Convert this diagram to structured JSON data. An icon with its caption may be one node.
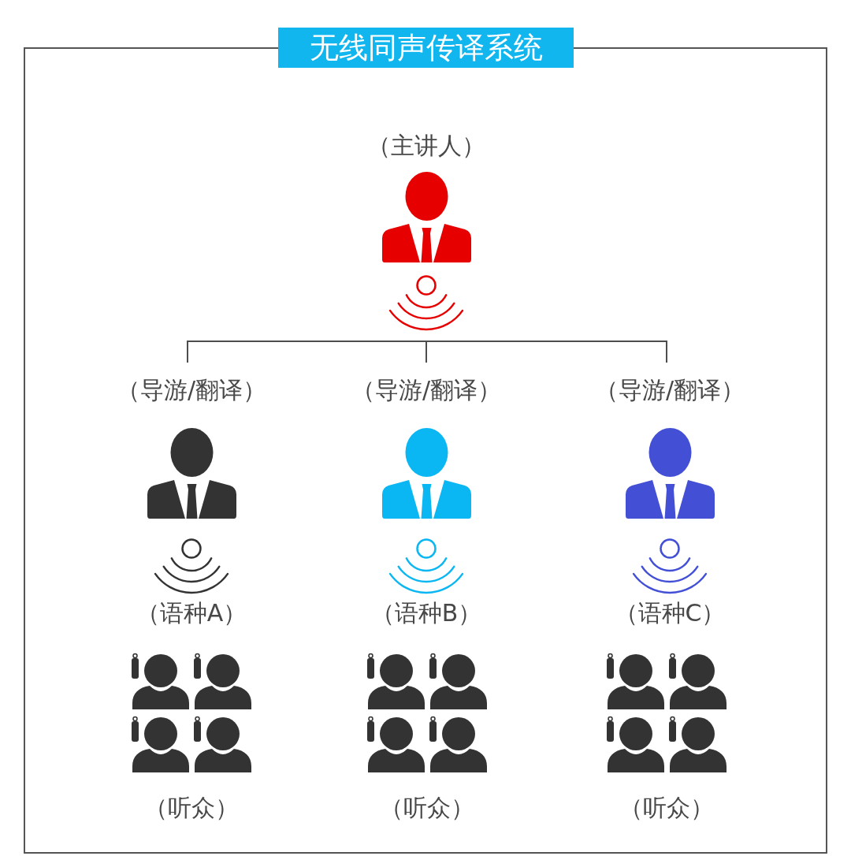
{
  "diagram": {
    "nodes": [
      {
        "text": [
          "无线同声传译系统"
        ]
      },
      {
        "text": [
          "（主讲人）"
        ],
        "in": 0
      },
      {
        "text": [
          "（导游/翻译）",
          "（语种A）"
        ],
        "in": 0
      },
      {
        "text": [
          "（导游/翻译）",
          "（语种B）"
        ],
        "in": 0
      },
      {
        "text": [
          "（导游/翻译）",
          "（语种C）"
        ],
        "in": 0
      },
      {
        "text": [
          "（听众）"
        ],
        "in": 0
      },
      {
        "text": [
          "（听众）"
        ],
        "in": 0
      },
      {
        "text": [
          "（听众）"
        ],
        "in": 0
      }
    ],
    "edges": [
      {
        "from": 1,
        "to": 2,
        "arrow": "none"
      },
      {
        "from": 1,
        "to": 3,
        "arrow": "none"
      },
      {
        "from": 1,
        "to": 4,
        "arrow": "none"
      }
    ]
  }
}
